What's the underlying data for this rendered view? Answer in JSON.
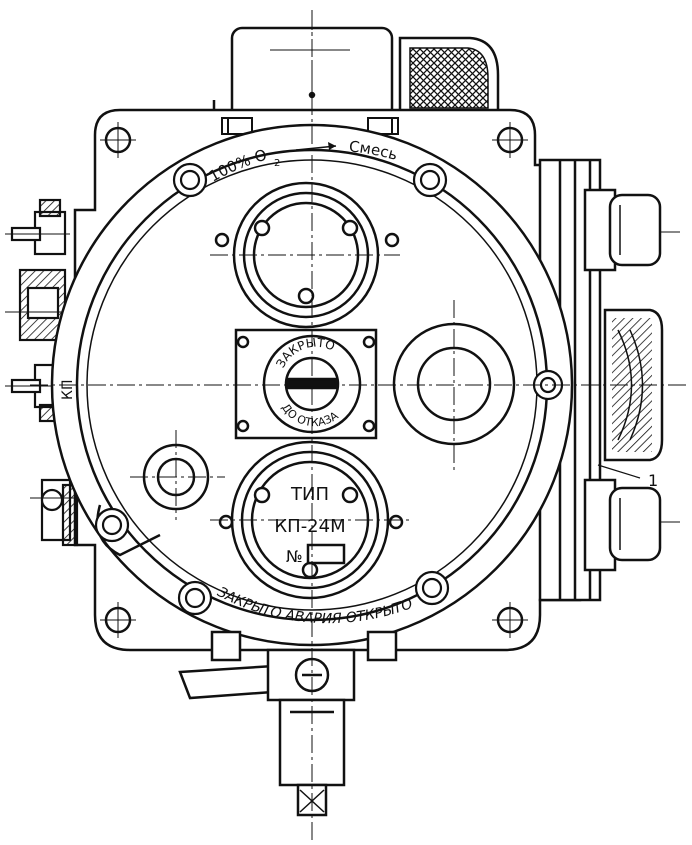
{
  "labels": {
    "top_arc_left": "100% O",
    "top_arc_sub": "2",
    "top_arc_right": "Смесь",
    "bottom_arc": "ЗАКРЫТО АВАРИЯ ОТКРЫТО",
    "valve_ring_top": "ЗАКРЫТО",
    "valve_ring_bottom": "ДО ОТКАЗА",
    "plate_type": "ТИП",
    "plate_model": "КП-24М",
    "plate_number": "№",
    "side_mark": "КП",
    "callout": "1"
  },
  "colors": {
    "ink": "#111111",
    "paper": "#ffffff"
  }
}
